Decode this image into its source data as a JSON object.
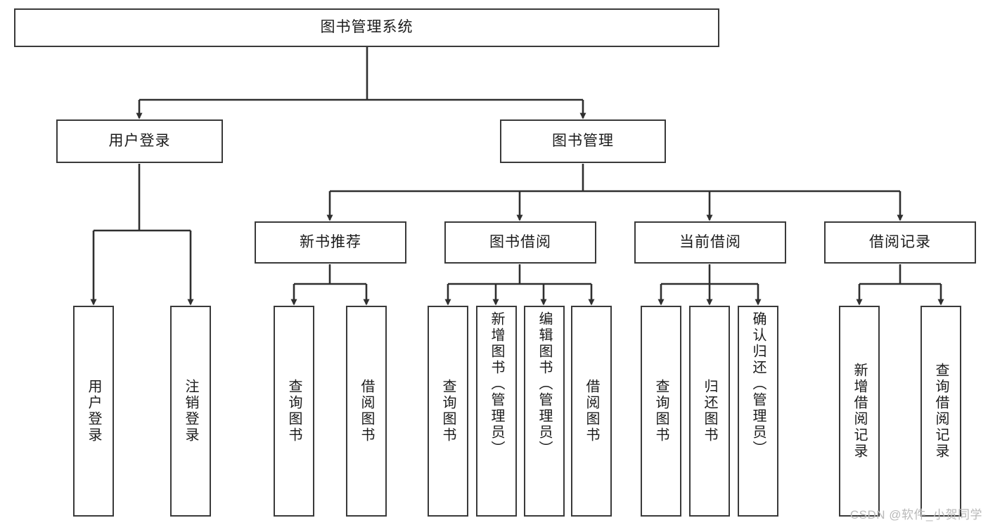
{
  "diagram": {
    "title": "图书管理系统",
    "type": "tree-hierarchy-diagram",
    "orientation": "top-down",
    "colors": {
      "box_border": "#3a3a3a",
      "box_fill": "#ffffff",
      "connector": "#2f2f2f",
      "text": "#1b1b1b",
      "watermark": "#b9b9b9",
      "background": "#ffffff"
    },
    "root": {
      "label": "图书管理系统"
    },
    "level2": [
      {
        "label": "用户登录"
      },
      {
        "label": "图书管理"
      }
    ],
    "level3": [
      {
        "label": "新书推荐"
      },
      {
        "label": "图书借阅"
      },
      {
        "label": "当前借阅"
      },
      {
        "label": "借阅记录"
      }
    ],
    "leaves": {
      "user_login": [
        {
          "label": "用户登录"
        },
        {
          "label": "注销登录"
        }
      ],
      "new_book_recommend": [
        {
          "label": "查询图书"
        },
        {
          "label": "借阅图书"
        }
      ],
      "book_borrow": [
        {
          "label": "查询图书"
        },
        {
          "label": "新增图书（管理员）"
        },
        {
          "label": "编辑图书（管理员）"
        },
        {
          "label": "借阅图书"
        }
      ],
      "current_borrow": [
        {
          "label": "查询图书"
        },
        {
          "label": "归还图书"
        },
        {
          "label": "确认归还（管理员）"
        }
      ],
      "borrow_record": [
        {
          "label": "新增借阅记录"
        },
        {
          "label": "查询借阅记录"
        }
      ]
    },
    "watermark": "CSDN @软件_小贺同学"
  }
}
